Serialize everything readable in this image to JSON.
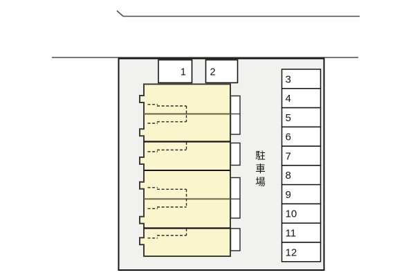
{
  "site_plan": {
    "parking_label": "駐車場",
    "spaces": [
      "1",
      "2",
      "3",
      "4",
      "5",
      "6",
      "7",
      "8",
      "9",
      "10",
      "11",
      "12"
    ]
  },
  "colors": {
    "background": "#ffffff",
    "site_fill": "#f1f1ef",
    "outline": "#141414",
    "building_fill": "#fbf5cd",
    "building_outline": "#3b3b33",
    "unit_divider_dark": "#141414",
    "unit_divider_olive": "#60604a",
    "dashed_line": "#2b2b2b",
    "road_line": "#4c4c4c",
    "space_fill": "#ffffff",
    "text": "#111111"
  }
}
